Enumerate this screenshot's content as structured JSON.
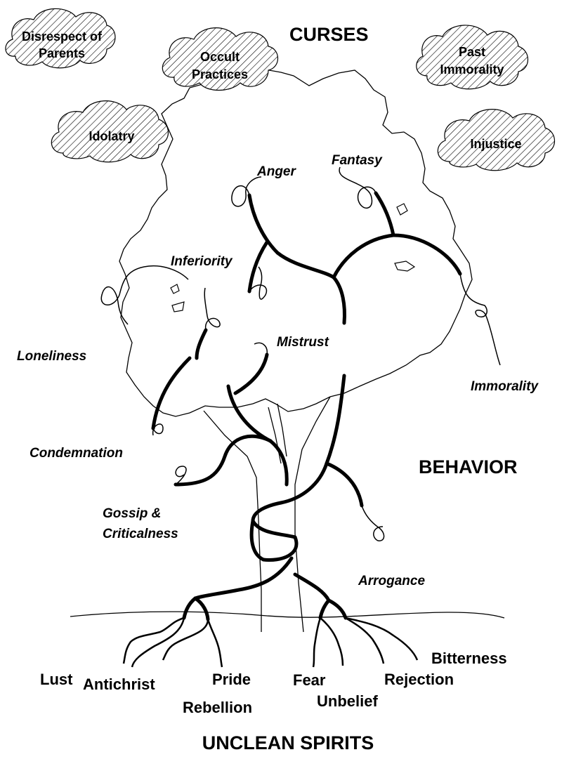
{
  "headings": {
    "curses": "CURSES",
    "behavior": "BEHAVIOR",
    "unclean_spirits": "UNCLEAN SPIRITS"
  },
  "curses": {
    "disrespect": [
      "Disrespect of",
      "Parents"
    ],
    "occult": [
      "Occult",
      "Practices"
    ],
    "past_immorality": [
      "Past",
      "Immorality"
    ],
    "idolatry": [
      "Idolatry"
    ],
    "injustice": [
      "Injustice"
    ]
  },
  "behaviors": {
    "anger": "Anger",
    "fantasy": "Fantasy",
    "inferiority": "Inferiority",
    "loneliness": "Loneliness",
    "mistrust": "Mistrust",
    "immorality": "Immorality",
    "condemnation": "Condemnation",
    "gossip": [
      "Gossip &",
      "Criticalness"
    ],
    "arrogance": "Arrogance"
  },
  "spirits": {
    "lust": "Lust",
    "antichrist": "Antichrist",
    "pride": "Pride",
    "rebellion": "Rebellion",
    "fear": "Fear",
    "unbelief": "Unbelief",
    "rejection": "Rejection",
    "bitterness": "Bitterness"
  }
}
